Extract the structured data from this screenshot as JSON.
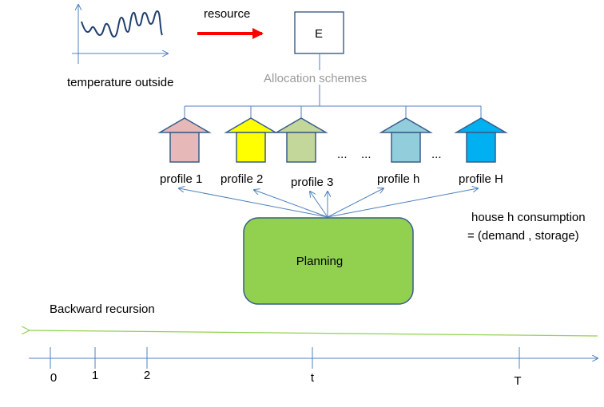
{
  "inputs": {
    "temperature_label": "temperature outside",
    "resource_label": "resource"
  },
  "hub": {
    "label": "E",
    "allocation_label": "Allocation schemes"
  },
  "houses": [
    {
      "label": "profile 1",
      "color": "#E6B8B7"
    },
    {
      "label": "profile 2",
      "color": "#FFFF00"
    },
    {
      "label": "profile 3",
      "color": "#C4D79B"
    },
    {
      "label": "profile h",
      "color": "#92CDDC"
    },
    {
      "label": "profile H",
      "color": "#00B0F0"
    }
  ],
  "ellipsis": [
    "...",
    "...",
    "..."
  ],
  "planning": {
    "label": "Planning",
    "color": "#92D050"
  },
  "consumption": {
    "line1": "house h consumption",
    "line2": "= (demand ,  storage)"
  },
  "recursion": {
    "label": "Backward recursion",
    "color": "#92D050"
  },
  "timeline": {
    "ticks": [
      "0",
      "1",
      "2",
      "t",
      "T"
    ]
  },
  "colors": {
    "arrow_blue": "#4F81BD",
    "resource_arrow": "#FF0000",
    "outline": "#385D8A"
  }
}
